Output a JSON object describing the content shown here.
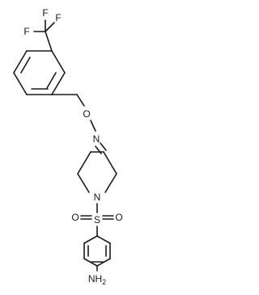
{
  "molecule": {
    "atom_labels": {
      "f_left": "F",
      "f_top": "F",
      "f_right": "F",
      "oxime_o": "O",
      "oxime_n": "N",
      "piperidine_n": "N",
      "sulfur": "S",
      "sulfonyl_o_left": "O",
      "sulfonyl_o_right": "O",
      "amine_n": "NH",
      "amine_subscript": "2"
    }
  }
}
